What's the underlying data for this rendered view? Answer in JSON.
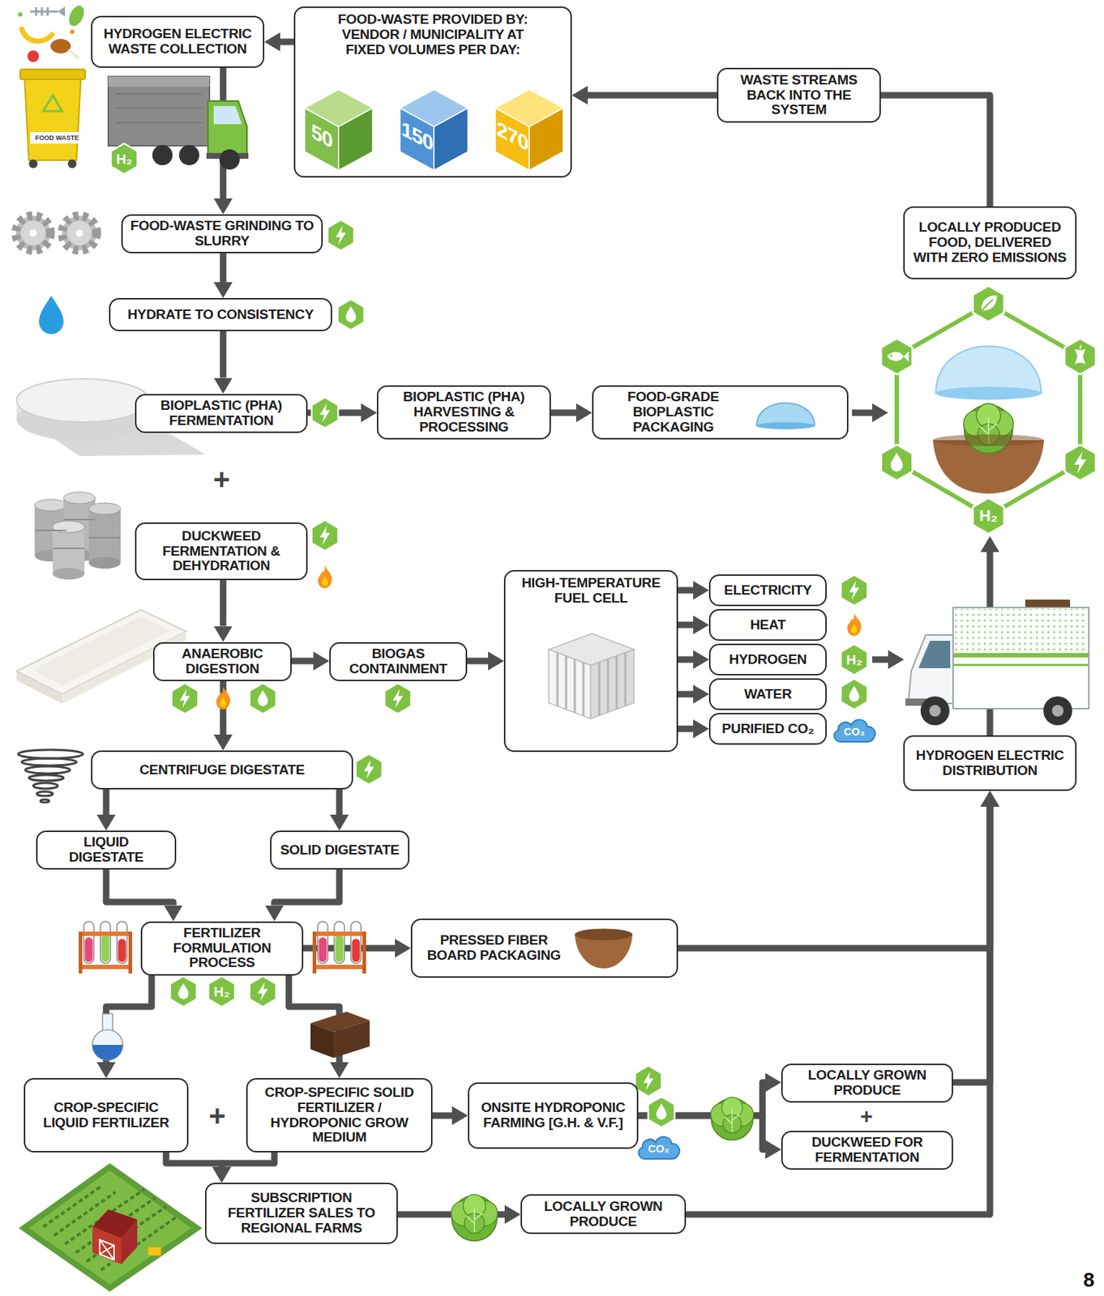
{
  "diagram": {
    "nodes": [
      {
        "text": [
          "HYDROGEN ELECTRIC WASTE COLLECTION"
        ]
      },
      {
        "text": [
          "FOOD-WASTE PROVIDED BY: VENDOR / MUNICIPALITY AT FIXED VOLUMES PER DAY:"
        ]
      },
      {
        "text": [
          "50"
        ],
        "in": 1
      },
      {
        "text": [
          "150"
        ],
        "in": 1
      },
      {
        "text": [
          "270"
        ],
        "in": 1
      },
      {
        "text": [
          "WASTE STREAMS BACK INTO THE SYSTEM"
        ]
      },
      {
        "text": [
          "FOOD-WASTE GRINDING TO SLURRY"
        ]
      },
      {
        "text": [
          "HYDRATE TO CONSISTENCY"
        ]
      },
      {
        "text": [
          "BIOPLASTIC (PHA) FERMENTATION"
        ]
      },
      {
        "text": [
          "BIOPLASTIC (PHA) HARVESTING & PROCESSING"
        ]
      },
      {
        "text": [
          "FOOD-GRADE BIOPLASTIC PACKAGING"
        ]
      },
      {
        "text": [
          "LOCALLY PRODUCED FOOD, DELIVERED WITH ZERO EMISSIONS"
        ]
      },
      {
        "text": [
          "DUCKWEED FERMENTATION & DEHYDRATION"
        ]
      },
      {
        "text": [
          "ANAEROBIC DIGESTION"
        ]
      },
      {
        "text": [
          "BIOGAS CONTAINMENT"
        ]
      },
      {
        "text": [
          "HIGH-TEMPERATURE FUEL CELL"
        ]
      },
      {
        "text": [
          "ELECTRICITY"
        ]
      },
      {
        "text": [
          "HEAT"
        ]
      },
      {
        "text": [
          "HYDROGEN"
        ]
      },
      {
        "text": [
          "WATER"
        ]
      },
      {
        "text": [
          "PURIFIED CO₂"
        ]
      },
      {
        "text": [
          "HYDROGEN ELECTRIC DISTRIBUTION"
        ]
      },
      {
        "text": [
          "CENTRIFUGE DIGESTATE"
        ]
      },
      {
        "text": [
          "LIQUID DIGESTATE"
        ]
      },
      {
        "text": [
          "SOLID DIGESTATE"
        ]
      },
      {
        "text": [
          "FERTILIZER FORMULATION PROCESS"
        ]
      },
      {
        "text": [
          "PRESSED FIBER BOARD PACKAGING"
        ]
      },
      {
        "text": [
          "CROP-SPECIFIC LIQUID FERTILIZER"
        ]
      },
      {
        "text": [
          "CROP-SPECIFIC SOLID FERTILIZER / HYDROPONIC GROW MEDIUM"
        ]
      },
      {
        "text": [
          "ONSITE HYDROPONIC FARMING [G.H. & V.F.]"
        ]
      },
      {
        "text": [
          "LOCALLY GROWN PRODUCE"
        ]
      },
      {
        "text": [
          "DUCKWEED FOR FERMENTATION"
        ]
      },
      {
        "text": [
          "SUBSCRIPTION FERTILIZER SALES TO REGIONAL FARMS"
        ]
      },
      {
        "text": [
          "LOCALLY GROWN PRODUCE"
        ]
      }
    ],
    "edges": [
      {
        "from": 1,
        "to": 0,
        "arrow": "to"
      },
      {
        "from": 0,
        "to": 6,
        "arrow": "to"
      },
      {
        "from": 6,
        "to": 7,
        "arrow": "to"
      },
      {
        "from": 7,
        "to": 8,
        "arrow": "to"
      },
      {
        "from": 8,
        "to": 9,
        "arrow": "to"
      },
      {
        "from": 9,
        "to": 10,
        "arrow": "to"
      },
      {
        "from": 5,
        "to": 1,
        "arrow": "to"
      },
      {
        "from": 11,
        "to": 5,
        "arrow": "none"
      },
      {
        "from": 12,
        "to": 13,
        "arrow": "to"
      },
      {
        "from": 13,
        "to": 14,
        "arrow": "to"
      },
      {
        "from": 14,
        "to": 15,
        "arrow": "to"
      },
      {
        "from": 15,
        "to": 16,
        "arrow": "to"
      },
      {
        "from": 15,
        "to": 17,
        "arrow": "to"
      },
      {
        "from": 15,
        "to": 18,
        "arrow": "to"
      },
      {
        "from": 15,
        "to": 19,
        "arrow": "to"
      },
      {
        "from": 15,
        "to": 20,
        "arrow": "to"
      },
      {
        "from": 13,
        "to": 22,
        "arrow": "to"
      },
      {
        "from": 22,
        "to": 23,
        "arrow": "to"
      },
      {
        "from": 22,
        "to": 24,
        "arrow": "to"
      },
      {
        "from": 23,
        "to": 25,
        "arrow": "to"
      },
      {
        "from": 24,
        "to": 25,
        "arrow": "to"
      },
      {
        "from": 25,
        "to": 26,
        "arrow": "to"
      },
      {
        "from": 25,
        "to": 27,
        "arrow": "to"
      },
      {
        "from": 25,
        "to": 28,
        "arrow": "to"
      },
      {
        "from": 27,
        "to": 32,
        "arrow": "to"
      },
      {
        "from": 28,
        "to": 32,
        "arrow": "to"
      },
      {
        "from": 28,
        "to": 29,
        "arrow": "to"
      },
      {
        "from": 29,
        "to": 30,
        "arrow": "to"
      },
      {
        "from": 29,
        "to": 31,
        "arrow": "to"
      },
      {
        "from": 32,
        "to": 33,
        "arrow": "to"
      },
      {
        "from": 26,
        "to": 21,
        "arrow": "to"
      },
      {
        "from": 30,
        "to": 21,
        "arrow": "to"
      },
      {
        "from": 33,
        "to": 21,
        "arrow": "to"
      }
    ],
    "labels": [
      "FOOD WASTE",
      "H₂",
      "+",
      "H₂",
      "H₂",
      "CO₂",
      "H₂",
      "+",
      "+",
      "CO₂",
      "8"
    ]
  }
}
